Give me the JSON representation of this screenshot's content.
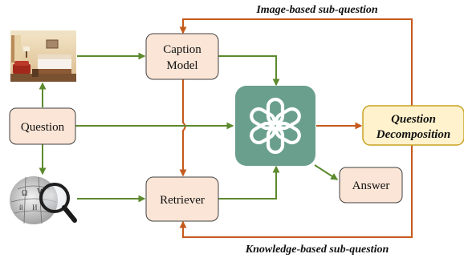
{
  "diagram": {
    "top_label": "Image-based sub-question",
    "bottom_label": "Knowledge-based sub-question",
    "nodes": {
      "caption_model": [
        "Caption",
        "Model"
      ],
      "question": "Question",
      "retriever": "Retriever",
      "question_decomposition": [
        "Question",
        "Decomposition"
      ],
      "answer": "Answer"
    },
    "images": {
      "hotel_room": "hotel-room-photo",
      "wikipedia": "wikipedia-globe-magnifier",
      "llm": "openai-logo"
    },
    "colors": {
      "box_fill": "#fbe5d6",
      "box_stroke": "#404040",
      "decomp_fill": "#fff2cc",
      "decomp_stroke": "#c9a227",
      "green_arrow": "#5c8a2e",
      "orange_arrow": "#c5591b",
      "llm_tile": "#6a9f8e"
    }
  }
}
